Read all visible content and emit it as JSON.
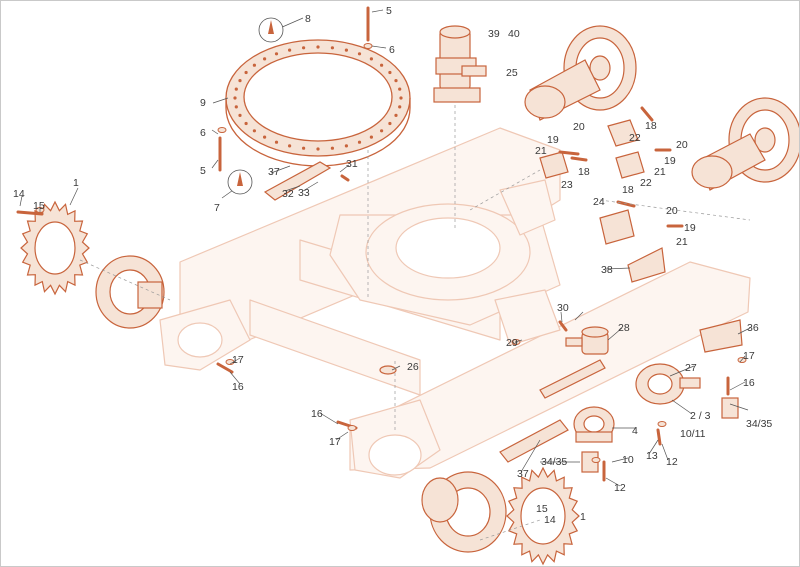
{
  "colors": {
    "part": "#c8643c",
    "part_fill": "#f6e3d6",
    "frame": "#efc8b5",
    "frame_fill": "#fdf5f0",
    "leader": "#555555",
    "label": "#3a3a3a",
    "bg": "#ffffff"
  },
  "icons": [
    "bolt-icon",
    "washer-icon",
    "nut-icon",
    "grease-cup-icon",
    "sprocket-icon",
    "idler-icon",
    "roller-icon"
  ],
  "labels": {
    "l1a": "1",
    "l1b": "1",
    "l2_3": "2 / 3",
    "l4": "4",
    "l5a": "5",
    "l5b": "5",
    "l6a": "6",
    "l6b": "6",
    "l7": "7",
    "l8": "8",
    "l9": "9",
    "l10": "10",
    "l10_11": "10/11",
    "l12a": "12",
    "l12b": "12",
    "l13": "13",
    "l14a": "14",
    "l14b": "14",
    "l15a": "15",
    "l15b": "15",
    "l16a": "16",
    "l16b": "16",
    "l16c": "16",
    "l17a": "17",
    "l17b": "17",
    "l17c": "17",
    "l18a": "18",
    "l18b": "18",
    "l18c": "18",
    "l19a": "19",
    "l19b": "19",
    "l19c": "19",
    "l20a": "20",
    "l20b": "20",
    "l20c": "20",
    "l21a": "21",
    "l21b": "21",
    "l21c": "21",
    "l22a": "22",
    "l22b": "22",
    "l23": "23",
    "l24": "24",
    "l25": "25",
    "l26": "26",
    "l27": "27",
    "l28": "28",
    "l29": "29",
    "l30": "30",
    "l31": "31",
    "l32": "32",
    "l33": "33",
    "l34_35a": "34/35",
    "l34_35b": "34/35",
    "l36": "36",
    "l37a": "37",
    "l37b": "37",
    "l38": "38",
    "l39": "39",
    "l40": "40"
  }
}
